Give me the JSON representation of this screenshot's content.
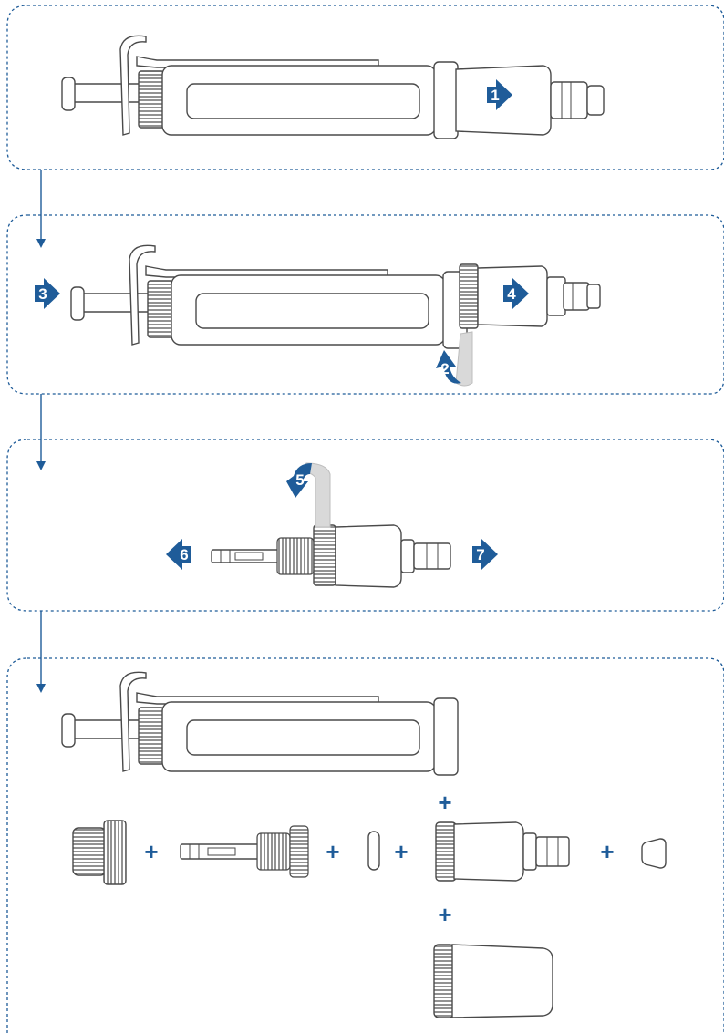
{
  "colors": {
    "accent": "#1f5c99",
    "panel_border": "#1f5c99",
    "outline": "#4a4a4a",
    "band": "#d9d9d9"
  },
  "steps": {
    "s1": "1",
    "s2": "2",
    "s3": "3",
    "s4": "4",
    "s5": "5",
    "s6": "6",
    "s7": "7"
  },
  "plus_sign": "+"
}
